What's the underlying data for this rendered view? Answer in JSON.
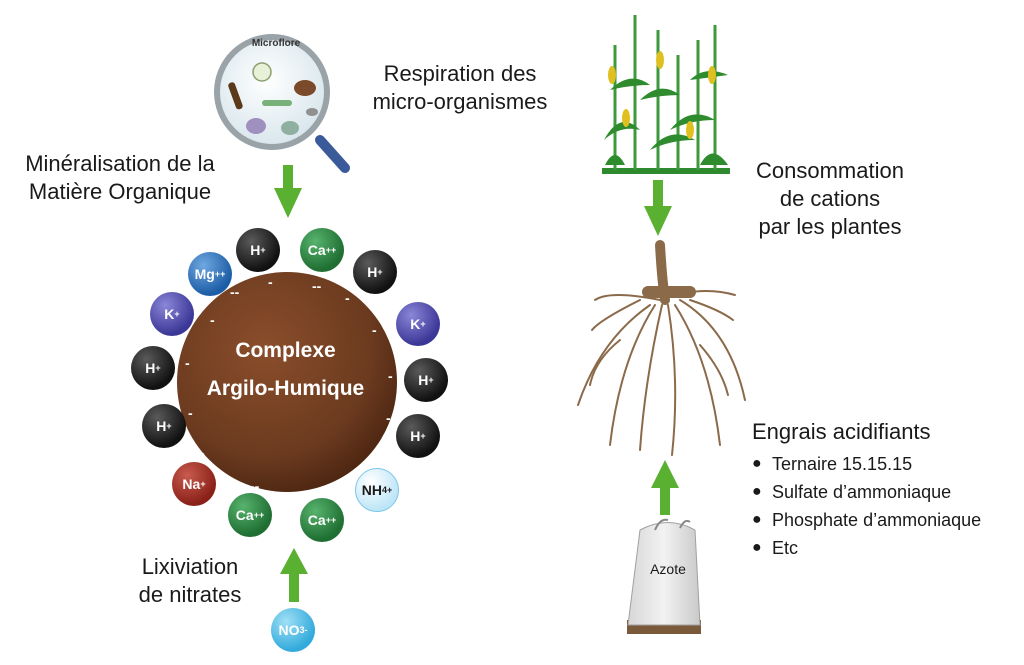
{
  "labels": {
    "respiration": [
      "Respiration des",
      "micro-organismes"
    ],
    "mineralisation": [
      "Minéralisation de la",
      "Matière Organique"
    ],
    "lixiviation": [
      "Lixiviation",
      "de nitrates"
    ],
    "consommation": [
      "Consommation",
      "de cations",
      "par les plantes"
    ]
  },
  "complexe": [
    "Complexe",
    "Argilo-Humique"
  ],
  "microflore_label": "Microflore",
  "engrais": {
    "title": "Engrais acidifiants",
    "items": [
      "Ternaire 15.15.15",
      "Sulfate d’ammoniaque",
      "Phosphate d’ammoniaque",
      "Etc"
    ]
  },
  "sack_label": "Azote",
  "ions": [
    {
      "name": "H-top",
      "base": "H",
      "charge": "+",
      "color": "black"
    },
    {
      "name": "Ca-top",
      "base": "Ca",
      "charge": "++",
      "color": "green"
    },
    {
      "name": "H-top-right",
      "base": "H",
      "charge": "+",
      "color": "black"
    },
    {
      "name": "Mg",
      "base": "Mg",
      "charge": "++",
      "color": "blue"
    },
    {
      "name": "K-left",
      "base": "K",
      "charge": "+",
      "color": "purple"
    },
    {
      "name": "K-right",
      "base": "K",
      "charge": "+",
      "color": "purple"
    },
    {
      "name": "H-left-1",
      "base": "H",
      "charge": "+",
      "color": "black"
    },
    {
      "name": "H-right-1",
      "base": "H",
      "charge": "+",
      "color": "black"
    },
    {
      "name": "H-left-2",
      "base": "H",
      "charge": "+",
      "color": "black"
    },
    {
      "name": "H-right-2",
      "base": "H",
      "charge": "+",
      "color": "black"
    },
    {
      "name": "Na",
      "base": "Na",
      "charge": "+",
      "color": "red"
    },
    {
      "name": "NH4",
      "base": "NH",
      "sub": "4",
      "charge": "+",
      "color": "lightblue"
    },
    {
      "name": "Ca-bottom-left",
      "base": "Ca",
      "charge": "++",
      "color": "green"
    },
    {
      "name": "Ca-bottom-right",
      "base": "Ca",
      "charge": "++",
      "color": "green"
    },
    {
      "name": "NO3",
      "base": "NO",
      "sub": "3",
      "charge": "-",
      "color": "cyan"
    }
  ],
  "colors": {
    "complex_brown": "#6b3a1f",
    "arrow_green": "#5ab031",
    "root_brown": "#8b6a4a"
  }
}
